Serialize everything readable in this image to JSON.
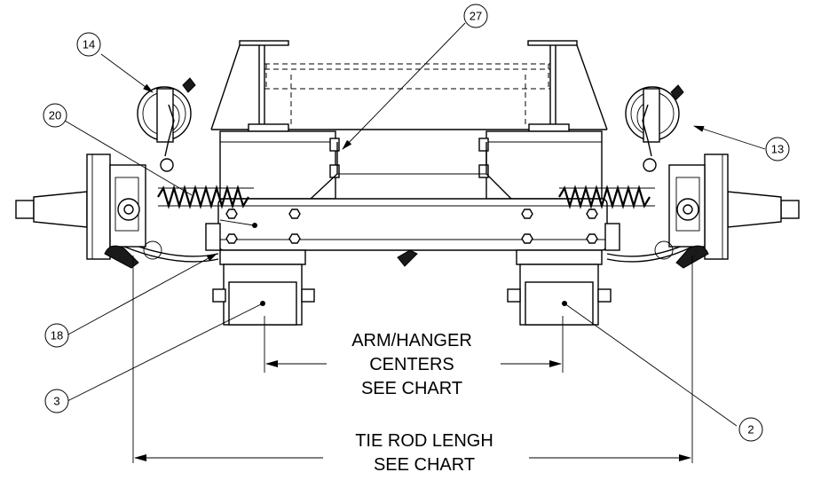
{
  "callouts": {
    "c14": "14",
    "c20": "20",
    "c27": "27",
    "c13": "13",
    "c18": "18",
    "c3": "3",
    "c2": "2"
  },
  "dimensions": {
    "arm_hanger": {
      "line1": "ARM/HANGER",
      "line2": "CENTERS",
      "line3": "SEE CHART"
    },
    "tie_rod": {
      "line1": "TIE ROD LENGH",
      "line2": "SEE CHART"
    }
  }
}
